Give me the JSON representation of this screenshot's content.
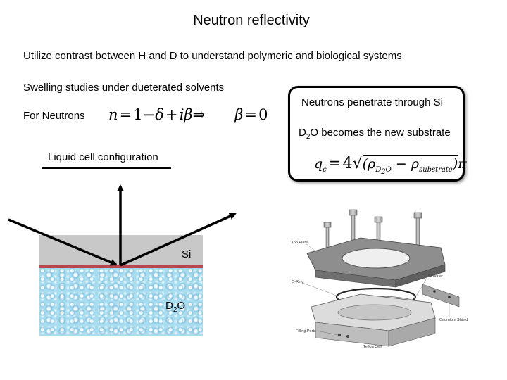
{
  "slide": {
    "title": "Neutron reflectivity",
    "line1": "Utilize contrast between H and D to understand polymeric and biological systems",
    "line2": "Swelling studies under dueterated solvents",
    "for_neutrons": "For Neutrons"
  },
  "callout": {
    "line1": "Neutrons penetrate through Si",
    "line2_prefix": "D",
    "line2_sub": "2",
    "line2_suffix": "O becomes the new substrate"
  },
  "diagram": {
    "liquid_cell_label": "Liquid cell configuration",
    "si_label": "Si",
    "d2o_prefix": "D",
    "d2o_sub": "2",
    "d2o_suffix": "O",
    "colors": {
      "si": "#c8c8c8",
      "interface": "#b7474d",
      "water": "#a8dcef"
    }
  },
  "cell_labels": {
    "top_plate": "Top Plate",
    "o_ring": "O-Ring",
    "si_wafer": "Si Wafer",
    "filling_ports": "Filling Ports",
    "teflon_cell": "Teflon Cell",
    "cadmium_shield": "Cadmium Shield"
  }
}
